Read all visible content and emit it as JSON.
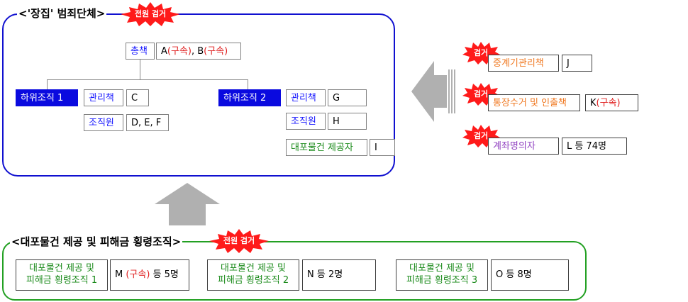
{
  "main_group": {
    "title": "<'장집' 범죄단체>",
    "badge": "전원 검거",
    "leader": {
      "label": "총책",
      "value_parts": [
        "A",
        "(구속)",
        ", B",
        "(구속)"
      ]
    },
    "sub1": {
      "label": "하위조직 1",
      "manager": {
        "label": "관리책",
        "value": "C"
      },
      "members": {
        "label": "조직원",
        "value": "D, E, F"
      }
    },
    "sub2": {
      "label": "하위조직 2",
      "manager": {
        "label": "관리책",
        "value": "G"
      },
      "members": {
        "label": "조직원",
        "value": "H"
      },
      "provider": {
        "label": "대포물건 제공자",
        "value": "I"
      }
    }
  },
  "side": {
    "badge": "검거",
    "items": [
      {
        "label": "중계기관리책",
        "value_parts": [
          "J"
        ]
      },
      {
        "label": "통장수거 및 인출책",
        "value_parts": [
          "K",
          "(구속)"
        ]
      },
      {
        "label": "계좌명의자",
        "value_parts": [
          "L 등 74명"
        ]
      }
    ]
  },
  "bottom_group": {
    "title": "<대포물건 제공 및 피해금 횡령조직>",
    "badge": "전원 검거",
    "items": [
      {
        "label_line1": "대포물건 제공 및",
        "label_line2": "피해금 횡령조직 1",
        "value_parts": [
          "M ",
          "(구속)",
          " 등 5명"
        ]
      },
      {
        "label_line1": "대포물건 제공 및",
        "label_line2": "피해금 횡령조직 2",
        "value_parts": [
          "N 등 2명"
        ]
      },
      {
        "label_line1": "대포물건 제공 및",
        "label_line2": "피해금 횡령조직 3",
        "value_parts": [
          "O 등 8명"
        ]
      }
    ]
  },
  "colors": {
    "main_frame": "#1010d0",
    "bottom_frame": "#22a022",
    "badge_red": "#ff1a1a",
    "arrow_gray": "#b0b0b0",
    "detained_red": "#e02020"
  }
}
